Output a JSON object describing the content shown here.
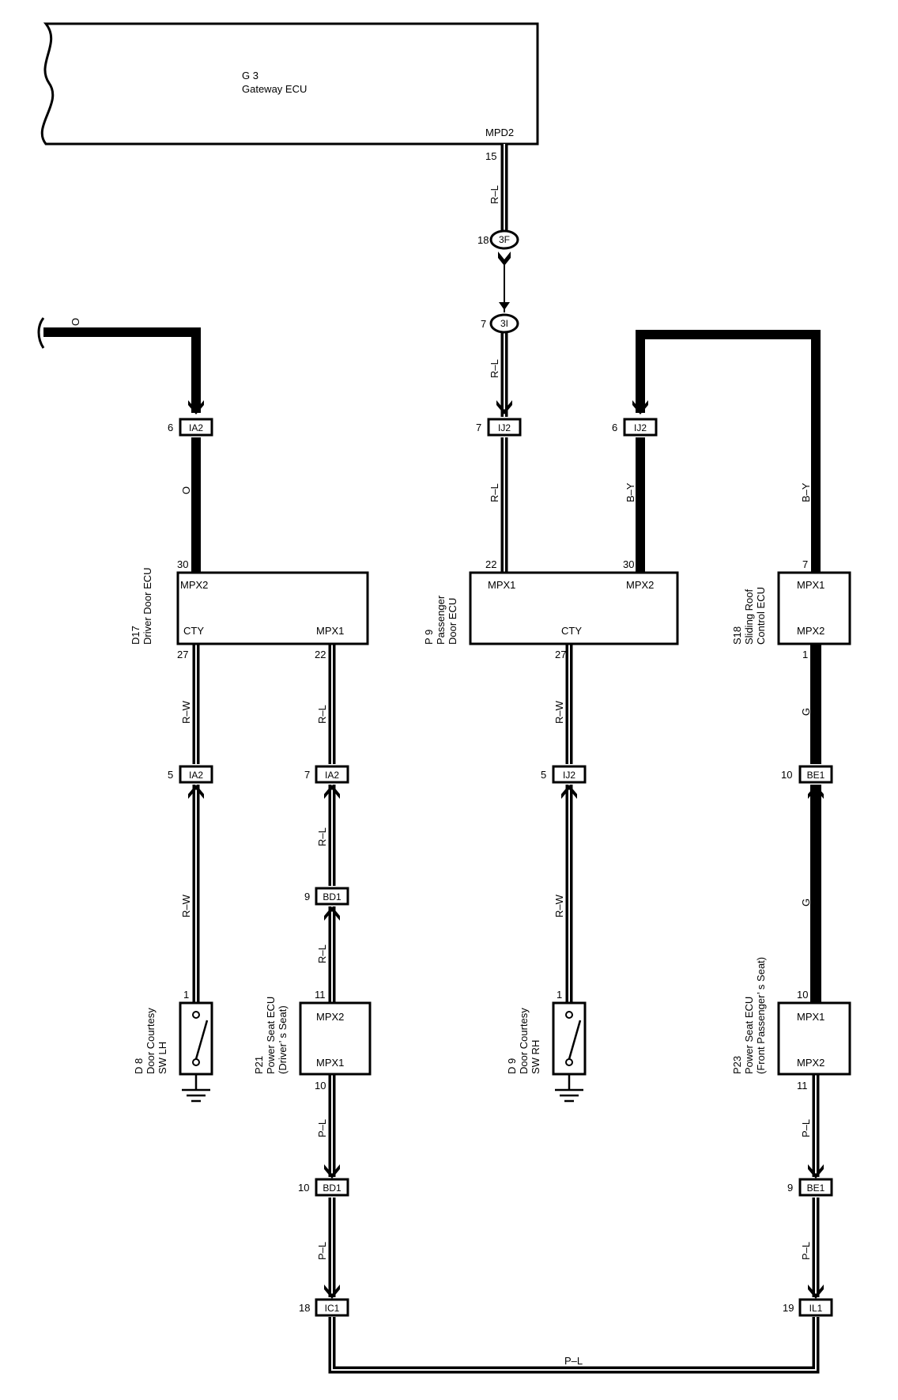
{
  "gateway": {
    "code": "G 3",
    "name": "Gateway ECU",
    "terminal": "MPD2",
    "pin": "15"
  },
  "joints": [
    {
      "id": "3F",
      "pin": "18"
    },
    {
      "id": "3I",
      "pin": "7"
    }
  ],
  "connectors": {
    "ia2_top": {
      "label": "IA2",
      "pin": "6"
    },
    "ij2_left_top": {
      "label": "IJ2",
      "pin": "7"
    },
    "ij2_right_top": {
      "label": "IJ2",
      "pin": "6"
    },
    "ia2_cty": {
      "label": "IA2",
      "pin": "5"
    },
    "ia2_mpx": {
      "label": "IA2",
      "pin": "7"
    },
    "ij2_cty": {
      "label": "IJ2",
      "pin": "5"
    },
    "be1_top": {
      "label": "BE1",
      "pin": "10"
    },
    "bd1_top": {
      "label": "BD1",
      "pin": "9"
    },
    "bd1_bottom": {
      "label": "BD1",
      "pin": "10"
    },
    "be1_bottom": {
      "label": "BE1",
      "pin": "9"
    },
    "ic1": {
      "label": "IC1",
      "pin": "18"
    },
    "il1": {
      "label": "IL1",
      "pin": "19"
    }
  },
  "components": {
    "d17": {
      "code": "D17",
      "name": "Driver Door ECU",
      "t1": "MPX2",
      "t1_pin": "30",
      "t2": "CTY",
      "t2_pin": "27",
      "t3": "MPX1",
      "t3_pin": "22"
    },
    "p9": {
      "code": "P 9",
      "name1": "Passenger",
      "name2": "Door ECU",
      "t1": "MPX1",
      "t1_pin": "22",
      "t2": "MPX2",
      "t2_pin": "30",
      "t3": "CTY",
      "t3_pin": "27"
    },
    "s18": {
      "code": "S18",
      "name1": "Sliding Roof",
      "name2": "Control ECU",
      "t1": "MPX1",
      "t1_pin": "7",
      "t2": "MPX2",
      "t2_pin": "1"
    },
    "d8": {
      "code": "D 8",
      "name1": "Door Courtesy",
      "name2": "SW LH",
      "pin": "1"
    },
    "d9": {
      "code": "D 9",
      "name1": "Door Courtesy",
      "name2": "SW RH",
      "pin": "1"
    },
    "p21": {
      "code": "P21",
      "name1": "Power Seat ECU",
      "name2": "(Driver’ s Seat)",
      "t1": "MPX2",
      "t1_pin": "11",
      "t2": "MPX1",
      "t2_pin": "10"
    },
    "p23": {
      "code": "P23",
      "name1": "Power Seat ECU",
      "name2": "(Front Passenger’ s Seat)",
      "t1": "MPX1",
      "t1_pin": "10",
      "t2": "MPX2",
      "t2_pin": "11"
    }
  },
  "wires": {
    "gw_to_3f": "R–L",
    "to_ia2_top": "O",
    "left_top_stub": "O",
    "ia2_to_d17": "O",
    "3i_to_ij2": "R–L",
    "ij2_to_p9": "R–L",
    "by_left": "B–Y",
    "by_right": "B–Y",
    "d17_cty": "R–W",
    "d17_mpx1": "R–L",
    "p9_cty": "R–W",
    "s18_g_top": "G",
    "ia2_to_d8": "R–W",
    "ia2_to_bd1": "R–L",
    "bd1_to_p21": "R–L",
    "ij2_to_d9": "R–W",
    "be1_to_p23": "G",
    "p21_to_bd1": "P–L",
    "bd1_to_ic1": "P–L",
    "p23_to_be1": "P–L",
    "be1_to_il1": "P–L",
    "bottom_bus": "P–L"
  }
}
